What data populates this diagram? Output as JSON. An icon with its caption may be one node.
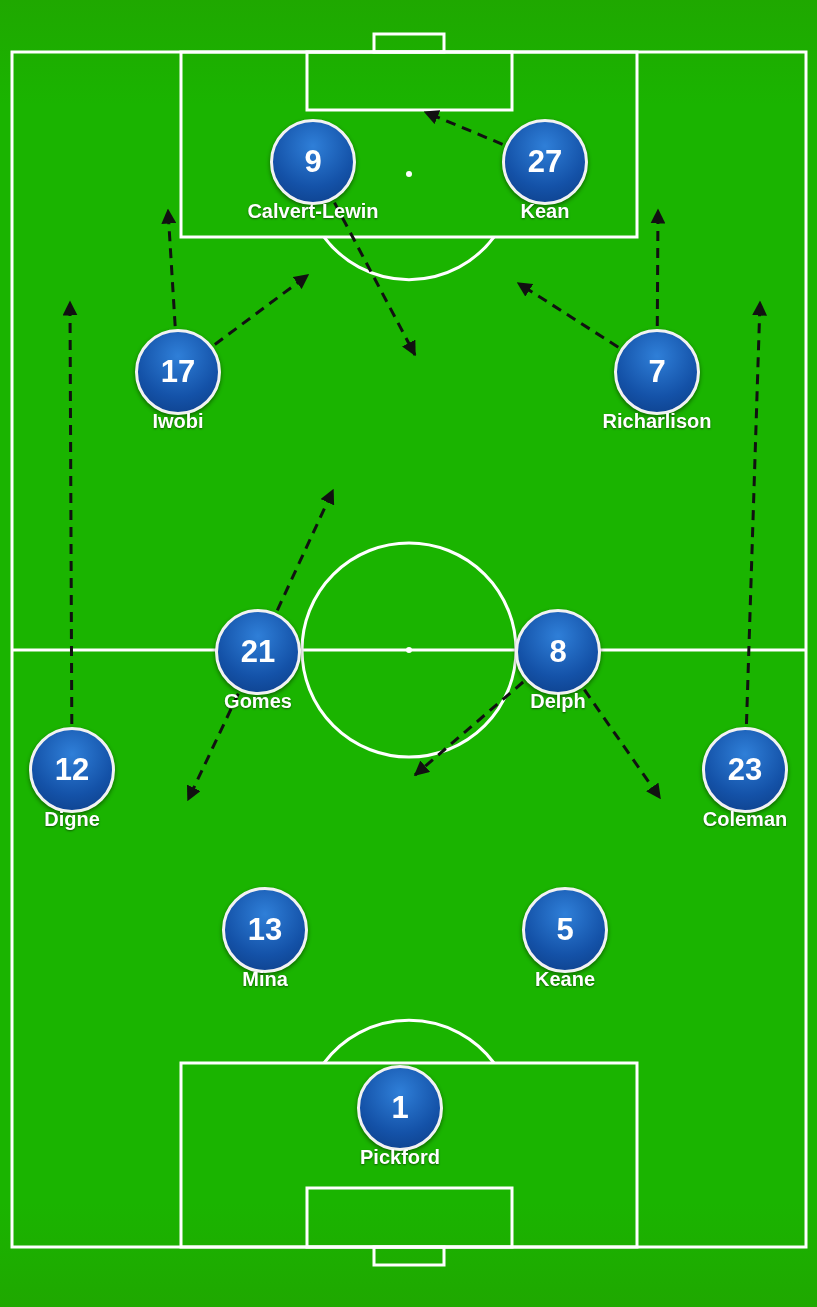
{
  "diagram": {
    "nodes": [
      {
        "text": [
          "9",
          "Calvert-Lewin"
        ]
      },
      {
        "text": [
          "27",
          "Kean"
        ]
      },
      {
        "text": [
          "17",
          "Iwobi"
        ]
      },
      {
        "text": [
          "7",
          "Richarlison"
        ]
      },
      {
        "text": [
          "21",
          "Gomes"
        ]
      },
      {
        "text": [
          "8",
          "Delph"
        ]
      },
      {
        "text": [
          "12",
          "Digne"
        ]
      },
      {
        "text": [
          "23",
          "Coleman"
        ]
      },
      {
        "text": [
          "13",
          "Mina"
        ]
      },
      {
        "text": [
          "5",
          "Keane"
        ]
      },
      {
        "text": [
          "1",
          "Pickford"
        ]
      }
    ],
    "edges": [
      {
        "from": 1,
        "to": null,
        "arrow": "to",
        "style": "dashed"
      },
      {
        "from": 0,
        "to": null,
        "arrow": "to",
        "style": "dashed"
      },
      {
        "from": 2,
        "to": null,
        "arrow": "to",
        "style": "dashed"
      },
      {
        "from": 2,
        "to": null,
        "arrow": "to",
        "style": "dashed"
      },
      {
        "from": 3,
        "to": null,
        "arrow": "to",
        "style": "dashed"
      },
      {
        "from": 3,
        "to": null,
        "arrow": "to",
        "style": "dashed"
      },
      {
        "from": 6,
        "to": null,
        "arrow": "to",
        "style": "dashed"
      },
      {
        "from": 7,
        "to": null,
        "arrow": "to",
        "style": "dashed"
      },
      {
        "from": 4,
        "to": null,
        "arrow": "to",
        "style": "dashed"
      },
      {
        "from": 4,
        "to": null,
        "arrow": "to",
        "style": "dashed"
      },
      {
        "from": 5,
        "to": null,
        "arrow": "to",
        "style": "dashed"
      },
      {
        "from": 5,
        "to": null,
        "arrow": "to",
        "style": "dashed"
      }
    ]
  }
}
